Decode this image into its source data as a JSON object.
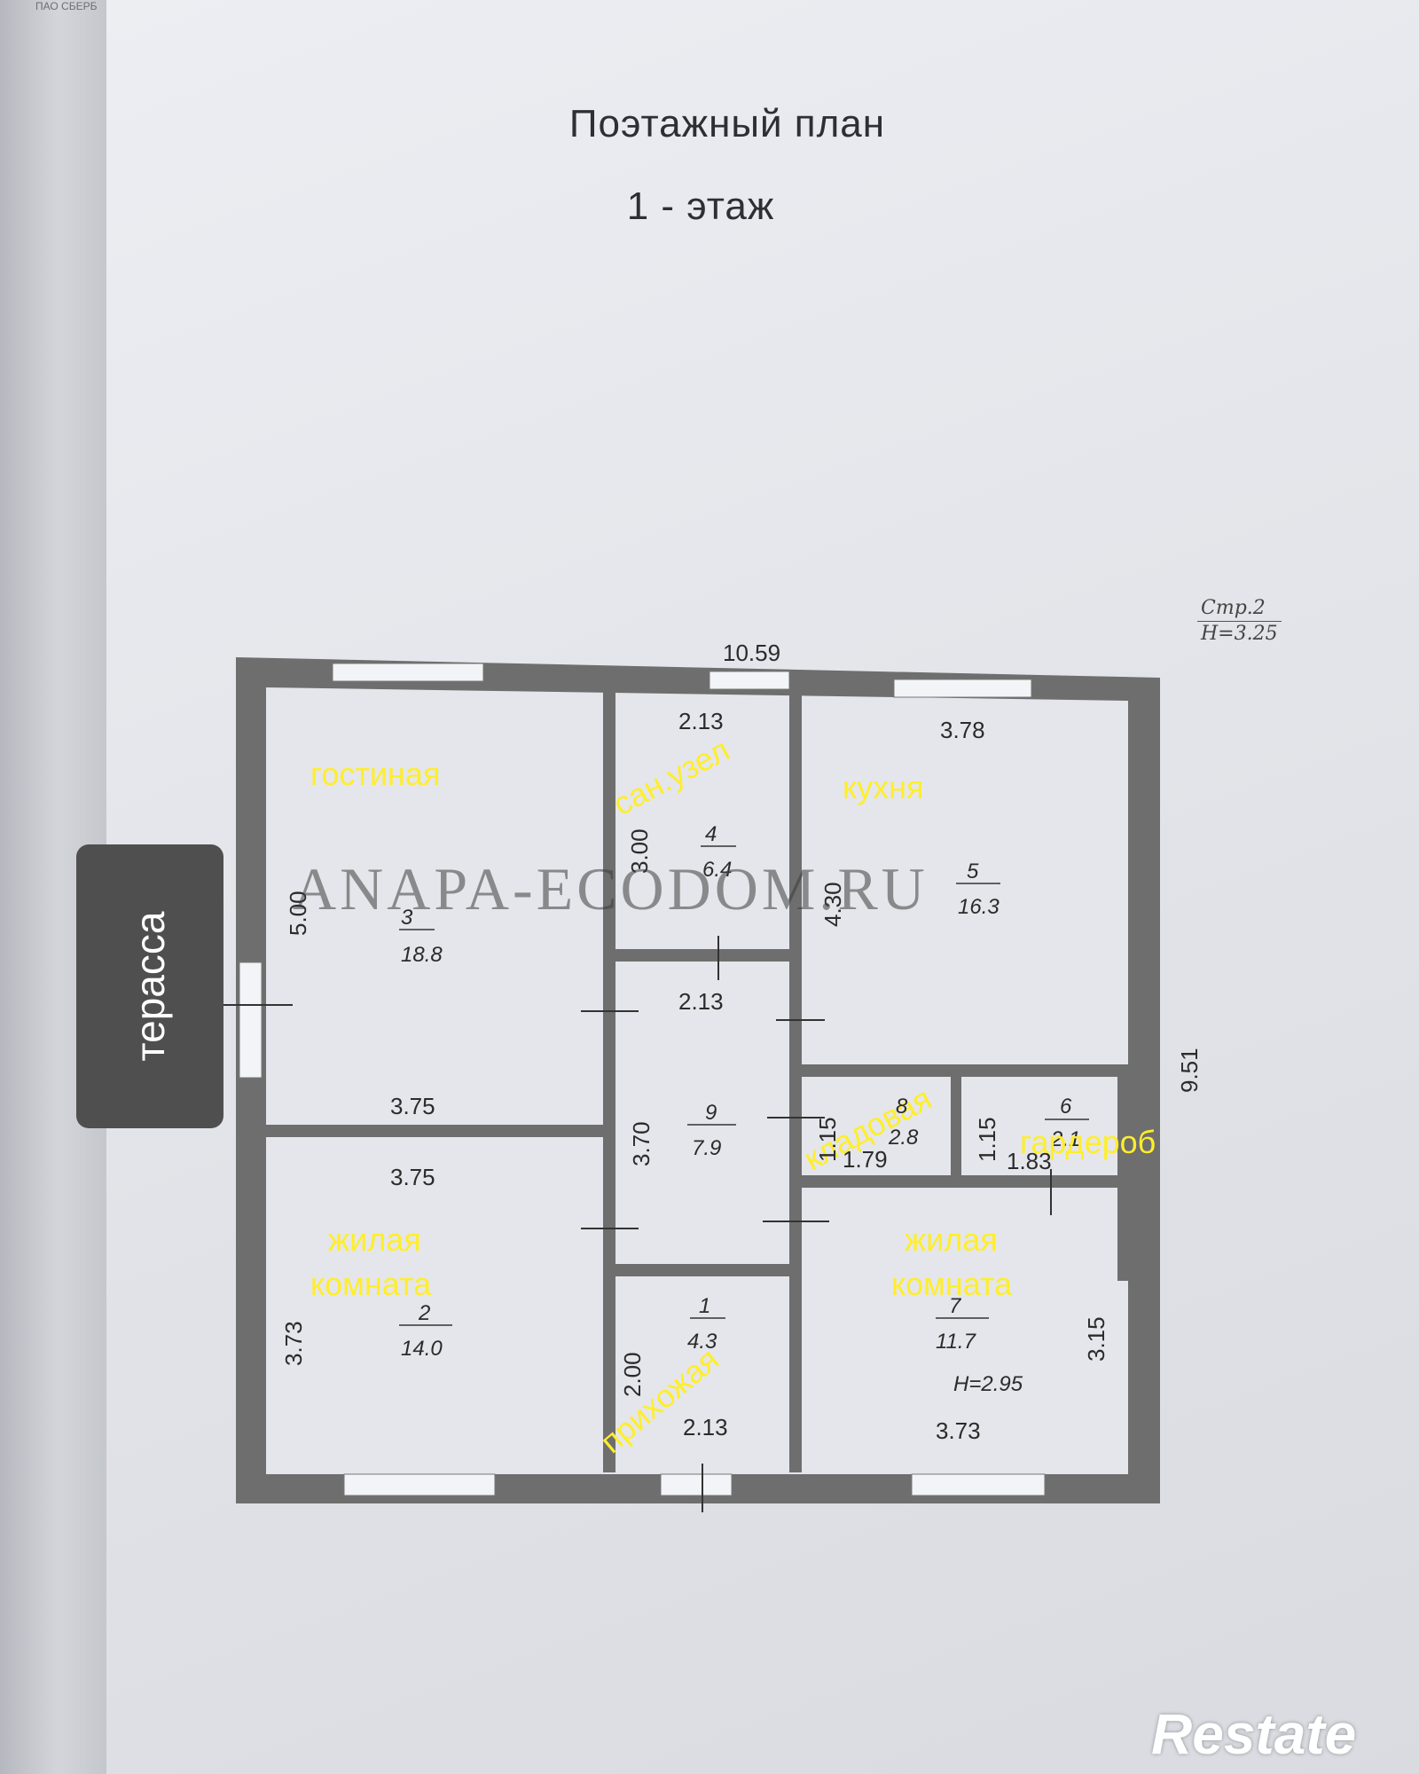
{
  "header": {
    "title": "Поэтажный план",
    "subtitle": "1 - этаж",
    "page_ref": "Стр.2",
    "height_ref": "H=3.25",
    "corner_text": "ПАО СБЕРБ"
  },
  "plan": {
    "overall_width": "10.59",
    "overall_depth": "9.51",
    "terrace_label": "терасса",
    "watermark": "ANAPA-ECODOM.RU",
    "rooms": [
      {
        "id": "living",
        "label": "гостиная",
        "number": "3",
        "area": "18.8",
        "dims": [
          "5.00",
          "3.75"
        ]
      },
      {
        "id": "bathroom",
        "label": "сан.узел",
        "number": "4",
        "area": "6.4",
        "dims": [
          "2.13",
          "3.00"
        ]
      },
      {
        "id": "kitchen",
        "label": "кухня",
        "number": "5",
        "area": "16.3",
        "dims": [
          "3.78",
          "4.30"
        ]
      },
      {
        "id": "hall",
        "label": "",
        "number": "9",
        "area": "7.9",
        "dims": [
          "2.13",
          "3.70"
        ]
      },
      {
        "id": "pantry",
        "label": "кладовая",
        "number": "8",
        "area": "2.8",
        "dims": [
          "1.79",
          "1.15"
        ]
      },
      {
        "id": "wardrobe",
        "label": "гардероб",
        "number": "6",
        "area": "2.1",
        "dims": [
          "1.83",
          "1.15"
        ]
      },
      {
        "id": "room2",
        "label_line1": "жилая",
        "label_line2": "комната",
        "number": "2",
        "area": "14.0",
        "dims": [
          "3.75",
          "3.73"
        ]
      },
      {
        "id": "entry",
        "label": "прихожая",
        "number": "1",
        "area": "4.3",
        "dims": [
          "2.00",
          "2.13"
        ]
      },
      {
        "id": "room7",
        "label_line1": "жилая",
        "label_line2": "комната",
        "number": "7",
        "area": "11.7",
        "dims": [
          "3.15",
          "3.73"
        ],
        "height": "H=2.95"
      }
    ]
  },
  "logo": {
    "text": "Restate"
  },
  "colors": {
    "wall": "#6e6e6e",
    "label": "#ffee2a",
    "paper": "#e6e8ed"
  }
}
